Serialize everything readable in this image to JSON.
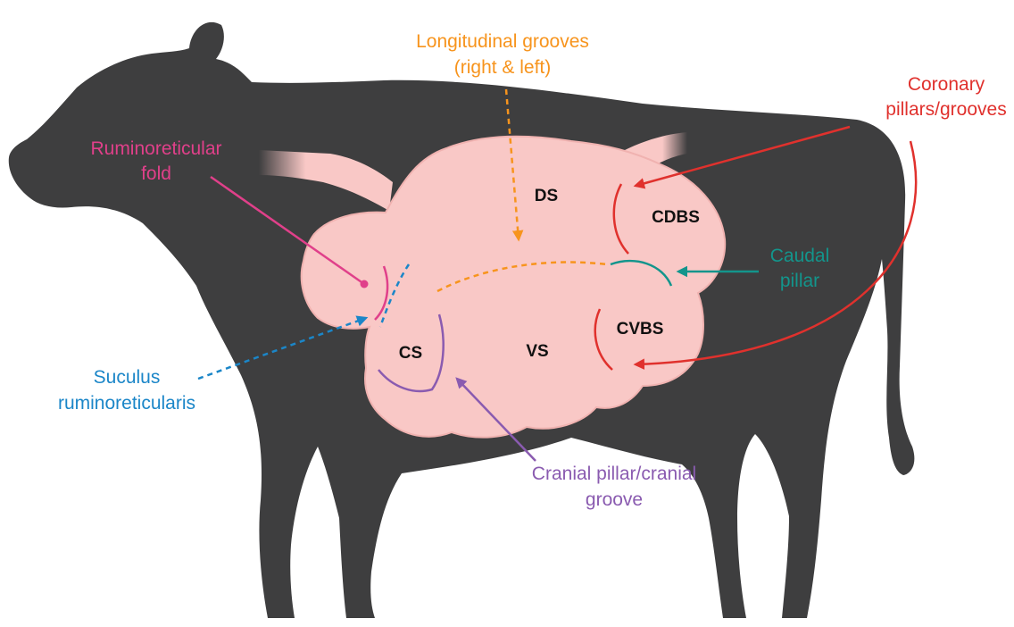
{
  "colors": {
    "background": "#ffffff",
    "cow": "#3e3e3f",
    "rumen": "#f9c8c6",
    "rumen_outline": "#f0b2b0",
    "longitudinal": "#f7941d",
    "coronary": "#e0312d",
    "caudal": "#13958c",
    "cranial": "#8a5bb0",
    "ruminoreticular": "#e0408a",
    "suculus": "#1b86c8"
  },
  "icons": {
    "cow": "cow-silhouette-icon",
    "rumen": "rumen-shape-icon"
  },
  "regions": {
    "ds": "DS",
    "cdbs": "CDBS",
    "cvbs": "CVBS",
    "cs": "CS",
    "vs": "VS"
  },
  "labels": {
    "longitudinal": [
      "Longitudinal grooves",
      "(right &  left)"
    ],
    "coronary": [
      "Coronary",
      "pillars/grooves"
    ],
    "caudal": [
      "Caudal",
      "pillar"
    ],
    "cranial": [
      "Cranial pillar/cranial",
      "groove"
    ],
    "ruminoreticular": [
      "Ruminoreticular",
      "fold"
    ],
    "suculus": [
      "Suculus",
      "ruminoreticularis"
    ]
  }
}
